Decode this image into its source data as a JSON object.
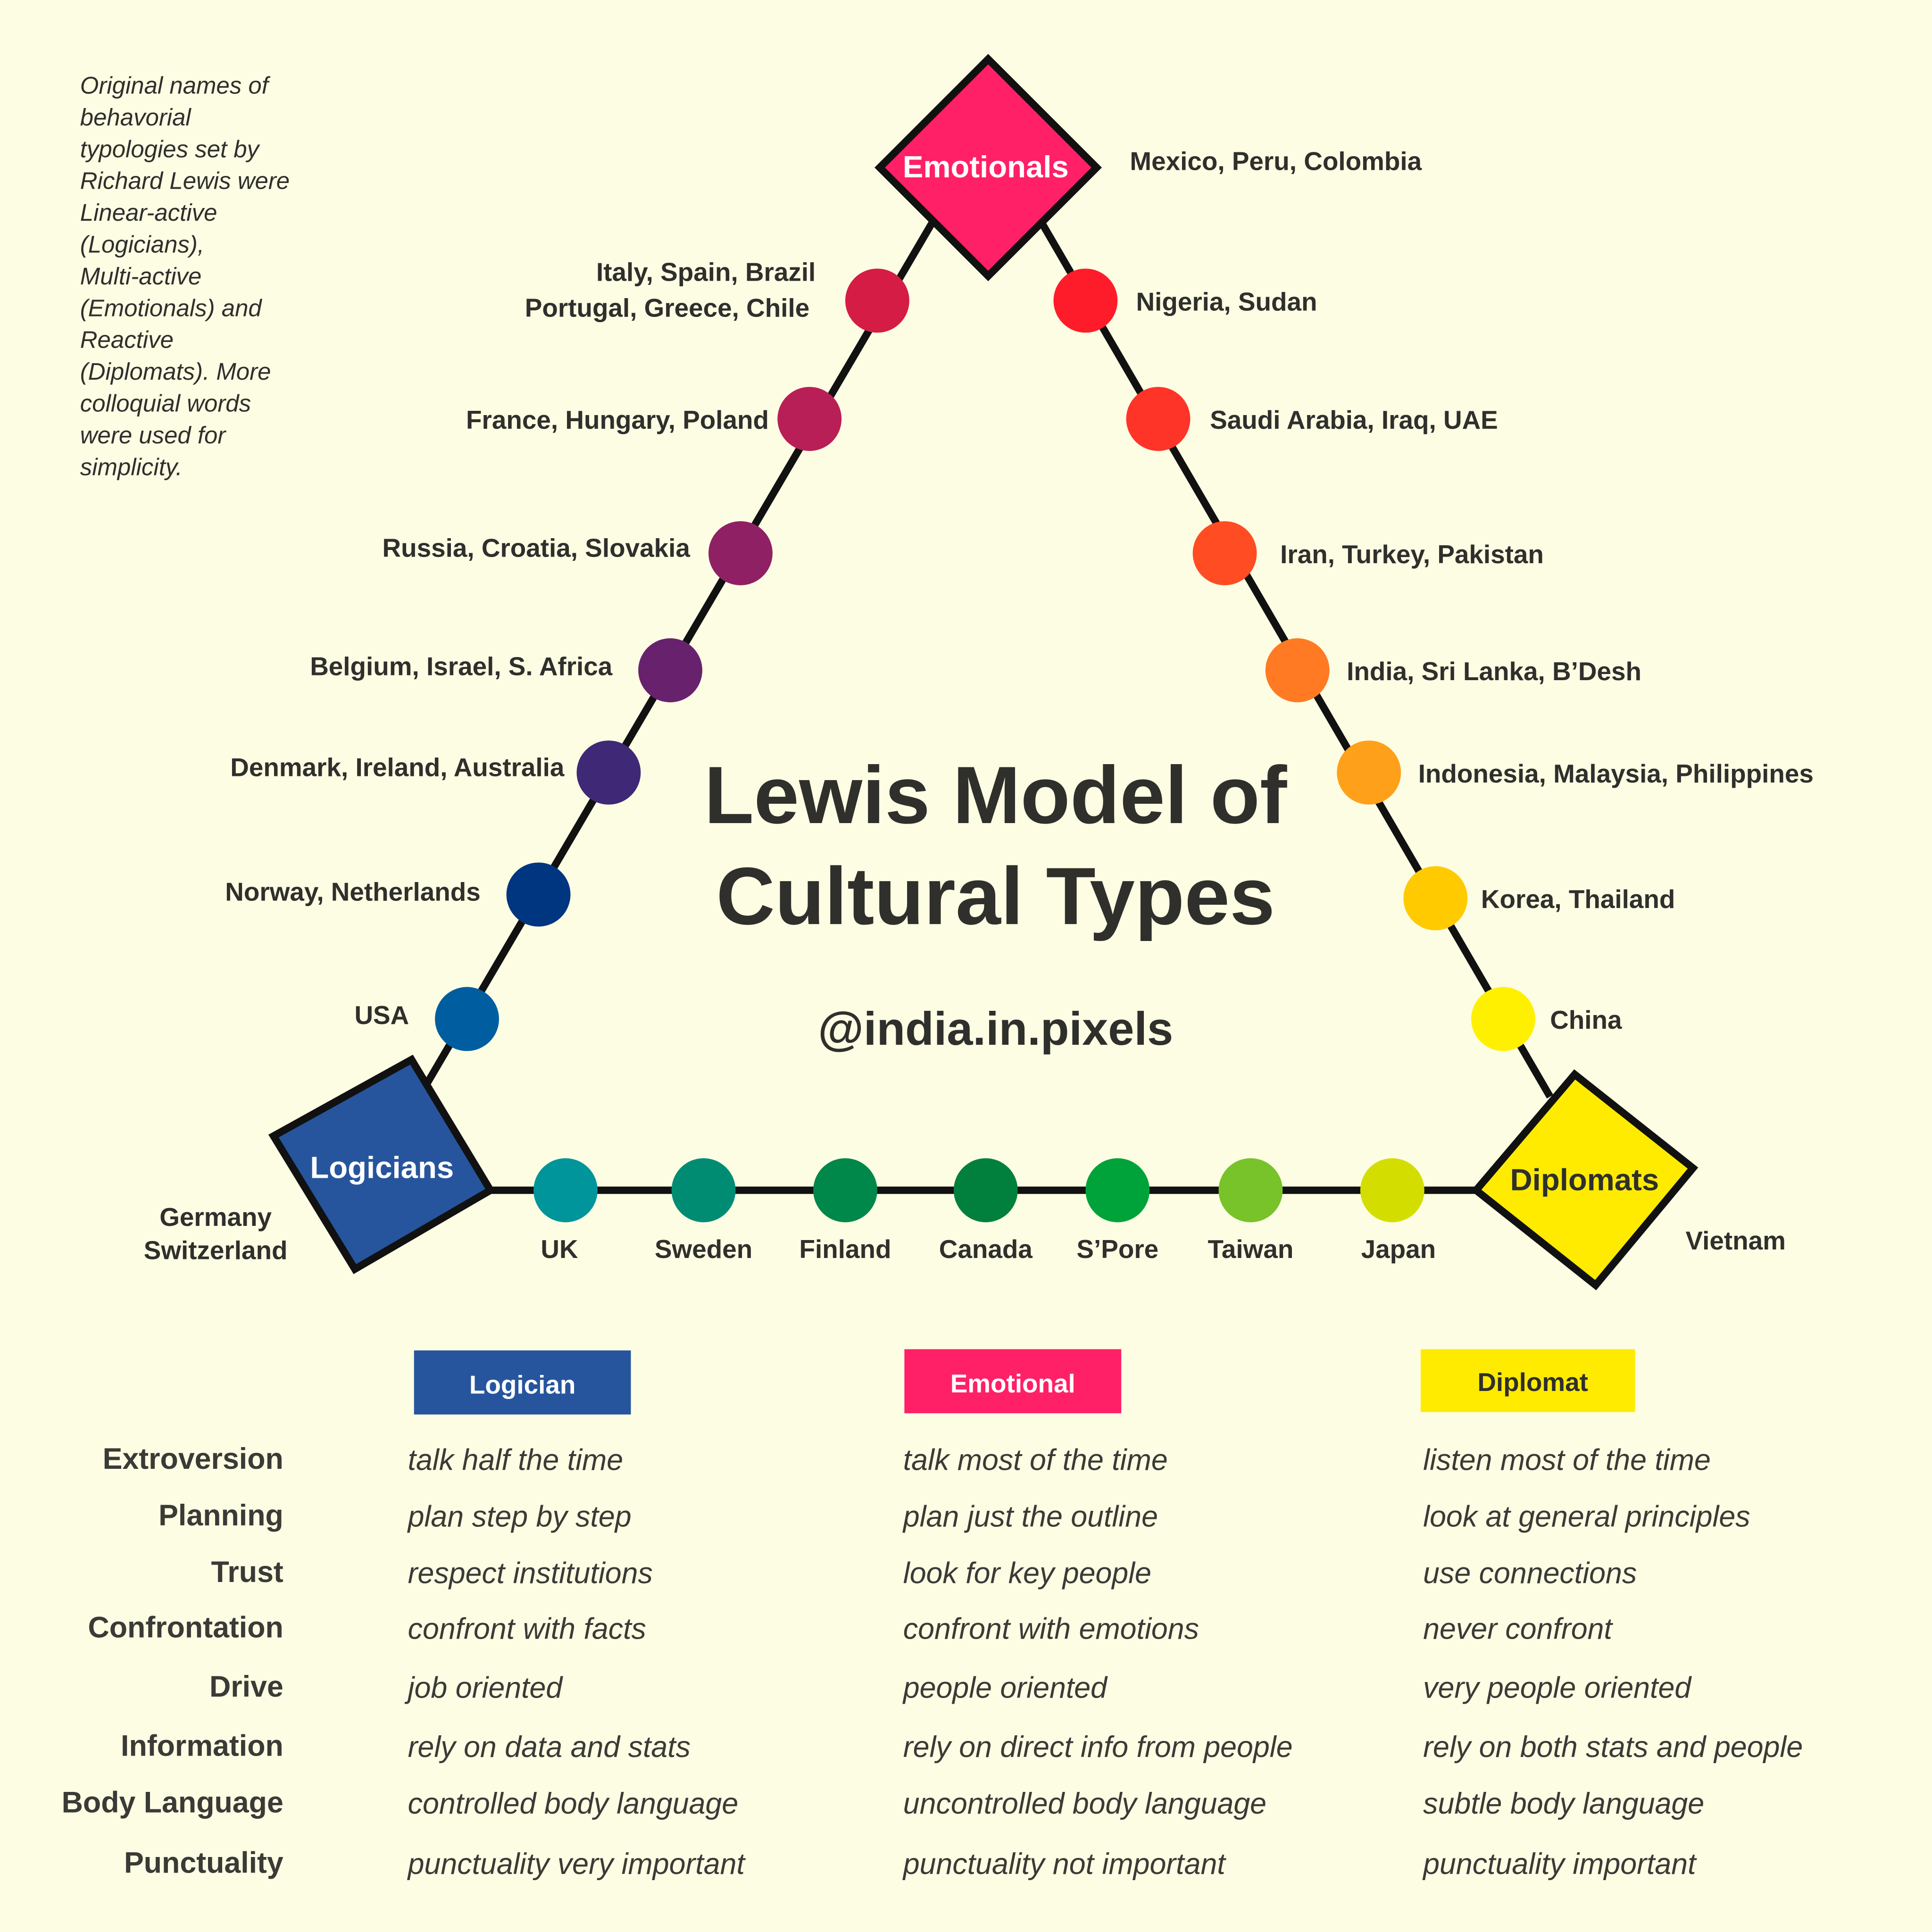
{
  "title_line1": "Lewis Model of",
  "title_line2": "Cultural Types",
  "handle": "@india.in.pixels",
  "note_lines": [
    "Original names of",
    "behavorial",
    "typologies set by",
    "Richard Lewis  were",
    "Linear-active",
    "(Logicians),",
    "Multi-active",
    "(Emotionals) and",
    "Reactive",
    "(Diplomats). More",
    "colloquial words",
    "were used for",
    "simplicity."
  ],
  "colors": {
    "background": "#fdfde4",
    "logician": "#26559e",
    "emotional": "#ff2067",
    "diplomat": "#ffeb00"
  },
  "nodes": {
    "emotionals": {
      "label": "Emotionals",
      "countries": "Mexico, Peru, Colombia"
    },
    "logicians": {
      "label": "Logicians",
      "countries": [
        "Germany",
        "Switzerland"
      ]
    },
    "diplomats": {
      "label": "Diplomats",
      "countries": "Vietnam"
    }
  },
  "left_side": [
    {
      "label": [
        "Italy, Spain, Brazil",
        "Portugal, Greece, Chile"
      ],
      "color": "#d41c44"
    },
    {
      "label": [
        "France, Hungary, Poland"
      ],
      "color": "#b81f57"
    },
    {
      "label": [
        "Russia, Croatia, Slovakia"
      ],
      "color": "#8f2063"
    },
    {
      "label": [
        "Belgium, Israel, S. Africa"
      ],
      "color": "#68226d"
    },
    {
      "label": [
        "Denmark, Ireland, Australia"
      ],
      "color": "#3f2876"
    },
    {
      "label": [
        "Norway, Netherlands"
      ],
      "color": "#003580"
    },
    {
      "label": [
        "USA"
      ],
      "color": "#005ea0"
    }
  ],
  "right_side": [
    {
      "label": "Nigeria, Sudan",
      "color": "#ff1c2a"
    },
    {
      "label": "Saudi Arabia, Iraq, UAE",
      "color": "#ff3428"
    },
    {
      "label": "Iran, Turkey, Pakistan",
      "color": "#ff4c22"
    },
    {
      "label": "India, Sri Lanka, B’Desh",
      "color": "#ff7a23"
    },
    {
      "label": "Indonesia, Malaysia, Philippines",
      "color": "#ffa01a"
    },
    {
      "label": "Korea, Thailand",
      "color": "#ffca00"
    },
    {
      "label": "China",
      "color": "#fff000"
    }
  ],
  "bottom_side": [
    {
      "label": "UK",
      "color": "#00959b"
    },
    {
      "label": "Sweden",
      "color": "#008c72"
    },
    {
      "label": "Finland",
      "color": "#00874a"
    },
    {
      "label": "Canada",
      "color": "#00803c"
    },
    {
      "label": "S’Pore",
      "color": "#00a33a"
    },
    {
      "label": "Taiwan",
      "color": "#78c22a"
    },
    {
      "label": "Japan",
      "color": "#d3de00"
    }
  ],
  "table": {
    "headers": [
      "Logician",
      "Emotional",
      "Diplomat"
    ],
    "rows": [
      {
        "label": "Extroversion",
        "values": [
          "talk half the time",
          "talk most of the time",
          "listen most of the time"
        ]
      },
      {
        "label": "Planning",
        "values": [
          "plan step by step",
          "plan just the outline",
          "look at general principles"
        ]
      },
      {
        "label": "Trust",
        "values": [
          "respect institutions",
          "look for key people",
          "use connections"
        ]
      },
      {
        "label": "Confrontation",
        "values": [
          "confront with facts",
          "confront with emotions",
          "never confront"
        ]
      },
      {
        "label": "Drive",
        "values": [
          "job oriented",
          "people oriented",
          "very people oriented"
        ]
      },
      {
        "label": "Information",
        "values": [
          "rely on data and stats",
          "rely on direct info from people",
          "rely on both stats and people"
        ]
      },
      {
        "label": "Body Language",
        "values": [
          "controlled body language",
          "uncontrolled body language",
          "subtle body language"
        ]
      },
      {
        "label": "Punctuality",
        "values": [
          "punctuality very important",
          "punctuality not important",
          "punctuality important"
        ]
      }
    ]
  }
}
